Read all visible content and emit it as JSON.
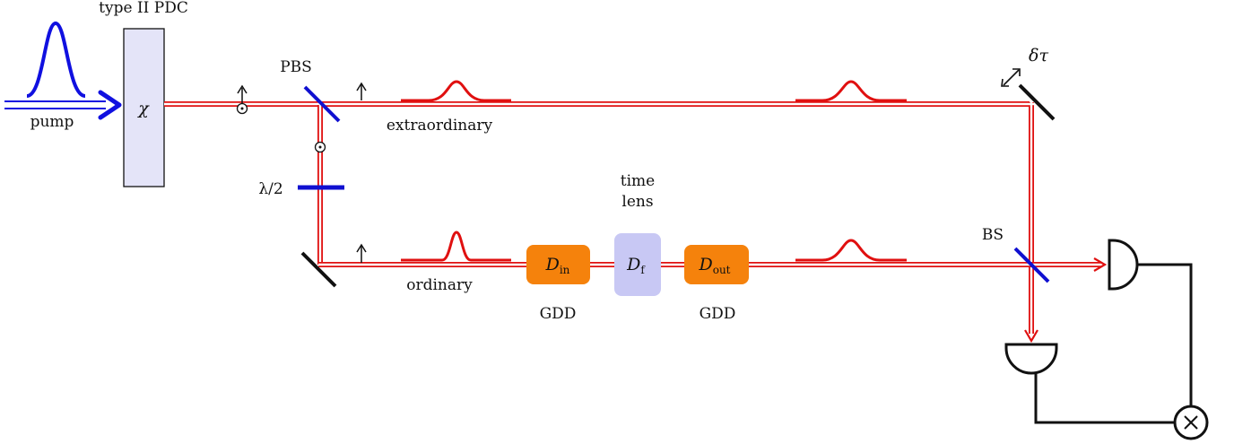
{
  "labels": {
    "crystal_title": "type II PDC",
    "crystal_symbol": "χ",
    "pump": "pump",
    "pbs": "PBS",
    "extraordinary": "extraordinary",
    "ordinary": "ordinary",
    "waveplate": "λ/2",
    "delay": "δτ",
    "time_lens_line1": "time",
    "time_lens_line2": "lens",
    "bs": "BS",
    "gdd_in_label": "GDD",
    "gdd_out_label": "GDD",
    "coincidence": "⊗"
  },
  "elements": {
    "d_in": {
      "main": "D",
      "sub": "in"
    },
    "d_f": {
      "main": "D",
      "sub": "f"
    },
    "d_out": {
      "main": "D",
      "sub": "out"
    }
  },
  "colors": {
    "pump": "#1010e0",
    "beam": "#e01010",
    "crystal_fill": "#e4e4f8",
    "gdd_fill": "#f5820c",
    "lens_fill": "#c8c8f4",
    "optic_blue": "#1010d0",
    "mirror": "#111111"
  }
}
